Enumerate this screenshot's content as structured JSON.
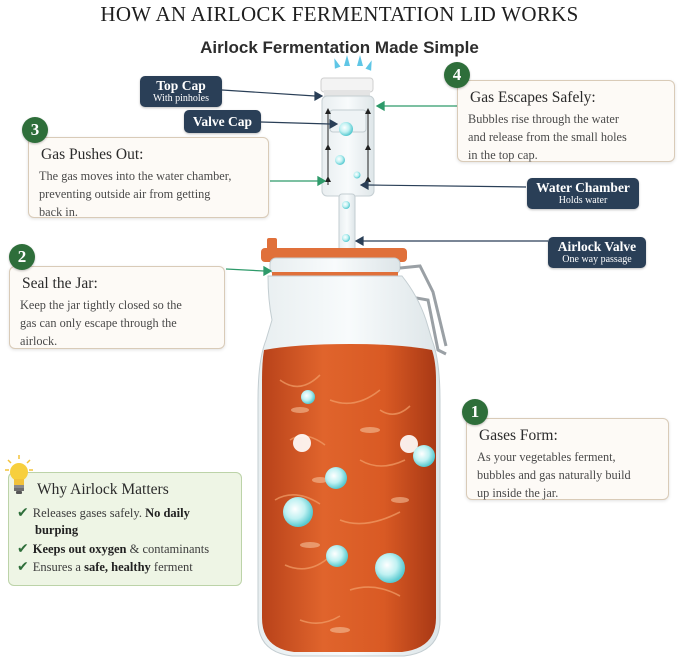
{
  "title": "HOW AN AIRLOCK FERMENTATION LID WORKS",
  "subtitle": "Airlock Fermentation Made Simple",
  "steps": [
    {
      "number": "1",
      "heading": "Gases Form",
      "text_lines": [
        "As your vegetables ferment,",
        "bubbles and gas naturally build",
        "up inside the jar."
      ]
    },
    {
      "number": "2",
      "heading": "Seal the Jar",
      "text_lines": [
        "Keep the jar tightly closed so the",
        "gas can only escape through the",
        "airlock."
      ]
    },
    {
      "number": "3",
      "heading": "Gas Pushes Out",
      "text_lines": [
        "The gas moves into the water chamber,",
        "preventing outside air from getting",
        "back in."
      ]
    },
    {
      "number": "4",
      "heading": "Gas Escapes Safely",
      "text_lines": [
        "Bubbles rise through the water",
        "and release from the small holes",
        "in the top cap."
      ]
    }
  ],
  "labels": {
    "top_cap": {
      "title": "Top Cap",
      "sub": "With pinholes"
    },
    "valve_cap": {
      "title": "Valve Cap"
    },
    "water_chamber": {
      "title": "Water Chamber",
      "sub": "Holds water"
    },
    "airlock_valve": {
      "title": "Airlock Valve",
      "sub": "One way passage"
    }
  },
  "why": {
    "heading": "Why Airlock Matters",
    "line1_a": "Releases gases safely.",
    "line1_b": "No daily",
    "line1_c": "burping",
    "line2_a": "Keeps out oxygen",
    "line2_b": "& contaminants",
    "line3_a": "Ensures a",
    "line3_b": "safe, healthy",
    "line3_c": "ferment"
  },
  "icons": [
    "lightbulb-icon",
    "check-icon"
  ],
  "colors": {
    "step_green": "#2e6e3a",
    "tag_navy": "#2a3f57",
    "lid_orange": "#e0703a",
    "kimchi": "#d9541f"
  }
}
